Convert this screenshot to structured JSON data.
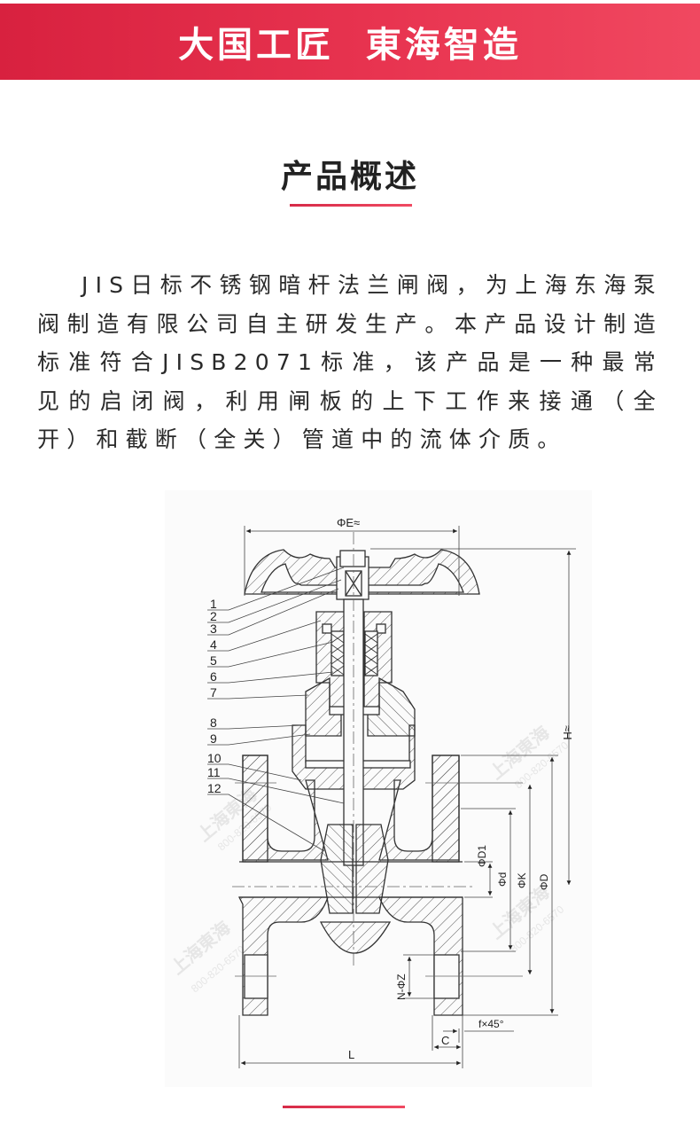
{
  "banner": {
    "title": "大国工匠  東海智造",
    "color_start": "#d8213f",
    "color_end": "#f04860"
  },
  "section": {
    "title": "产品概述",
    "accent_color": "#e0304c"
  },
  "description": {
    "text": "JIS日标不锈钢暗杆法兰闸阀，为上海东海泵阀制造有限公司自主研发生产。本产品设计制造标准符合JISB2071标准，该产品是一种最常见的启闭阀，利用闸板的上下工作来接通（全开）和截断（全关）管道中的流体介质。"
  },
  "drawing": {
    "part_numbers": [
      "1",
      "2",
      "3",
      "4",
      "5",
      "6",
      "7",
      "8",
      "9",
      "10",
      "11",
      "12"
    ],
    "dimensions": {
      "handwheel_diameter": "ΦE≈",
      "height": "≈H",
      "bore_d1": "ΦD1",
      "bore_d": "Φd",
      "bolt_circle": "ΦK",
      "flange_diameter": "ΦD",
      "bolt_holes": "N-ΦZ",
      "chamfer": "f×45°",
      "flange_thickness": "C",
      "length": "L"
    },
    "watermark": {
      "company": "上海東海",
      "phone": "800-820-6570"
    }
  }
}
